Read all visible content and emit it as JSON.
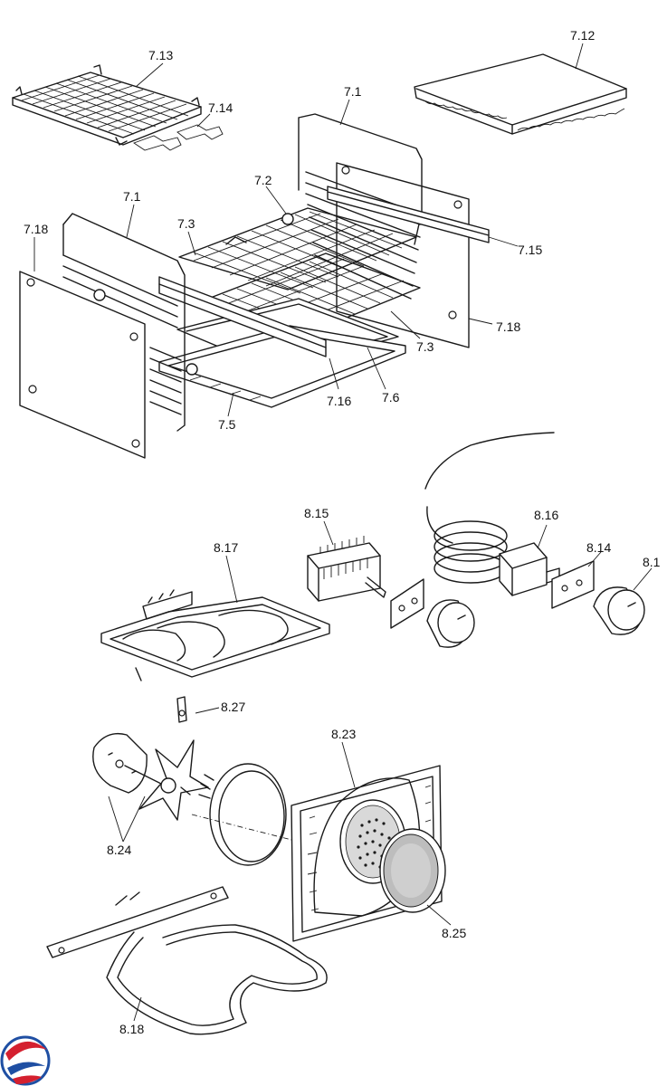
{
  "labels": {
    "p713": "7.13",
    "p712": "7.12",
    "p714": "7.14",
    "p71_right": "7.1",
    "p72": "7.2",
    "p71_left": "7.1",
    "p718_left": "7.18",
    "p73_top": "7.3",
    "p715": "7.15",
    "p718_right": "7.18",
    "p73_right": "7.3",
    "p716": "7.16",
    "p76": "7.6",
    "p75": "7.5",
    "p815": "8.15",
    "p816": "8.16",
    "p817": "8.17",
    "p814": "8.14",
    "p81": "8.1",
    "p827": "8.27",
    "p823": "8.23",
    "p824": "8.24",
    "p825": "8.25",
    "p818": "8.18"
  },
  "logo": {
    "name": "brand-logo",
    "colors": {
      "red": "#d4202f",
      "blue": "#1f4fa3"
    }
  }
}
